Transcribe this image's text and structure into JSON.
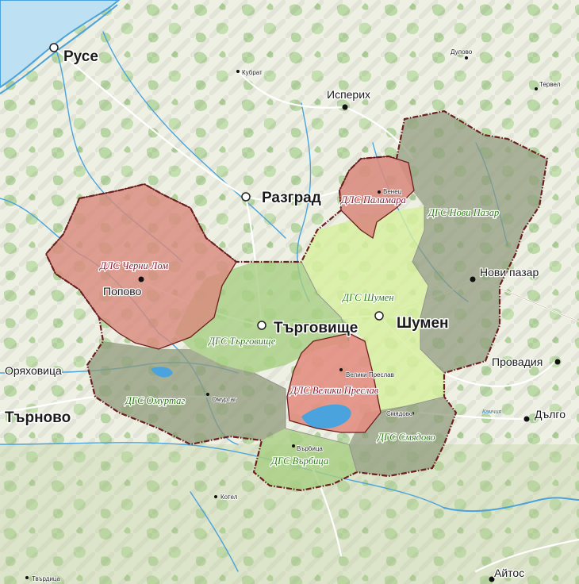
{
  "colors": {
    "terrain": "#eef0e4",
    "woodland": "#b9d7a6",
    "river": "#4aa3dc",
    "road": "#ffffff",
    "district_border": "#6b1f1f",
    "dls_fill": "#d98a7e",
    "dgs_light_fill": "#d7ef9f",
    "dgs_medium_fill": "#a7ce82",
    "dgs_dark_fill": "#8f9a7b",
    "label_dgs": "#2f7a16",
    "label_dls": "#8a1a33"
  },
  "cities_major": [
    {
      "id": "ruse",
      "name": "Русе"
    },
    {
      "id": "razgrad",
      "name": "Разград"
    },
    {
      "id": "targovishte",
      "name": "Търговище"
    },
    {
      "id": "shumen",
      "name": "Шумен"
    },
    {
      "id": "tarnovo",
      "name": "Търново"
    }
  ],
  "cities_medium": [
    {
      "id": "isperih",
      "name": "Исперих"
    },
    {
      "id": "popovo",
      "name": "Попово"
    },
    {
      "id": "novi-pazar",
      "name": "Нови пазар"
    },
    {
      "id": "provadia",
      "name": "Провадия"
    },
    {
      "id": "oryahovitsa",
      "name": "Оряховица"
    },
    {
      "id": "dalgopol",
      "name": "Дълго"
    },
    {
      "id": "aytos",
      "name": "Айтос"
    }
  ],
  "cities_small": [
    {
      "id": "kubrat",
      "name": "Кубрат"
    },
    {
      "id": "dulovo",
      "name": "Дулово"
    },
    {
      "id": "tervel",
      "name": "Тервел"
    },
    {
      "id": "venets",
      "name": "Венец"
    },
    {
      "id": "omurtag",
      "name": "Омуртаг"
    },
    {
      "id": "veliki-preslav",
      "name": "Велики Преслав"
    },
    {
      "id": "smyadovo",
      "name": "Смядово"
    },
    {
      "id": "varbitsa",
      "name": "Върбица"
    },
    {
      "id": "kotel",
      "name": "Котел"
    },
    {
      "id": "tvarditsa",
      "name": "Твърдица"
    }
  ],
  "forest_districts": [
    {
      "id": "dls-cherni-lom",
      "name": "ДЛС Черни Лом",
      "kind": "dls"
    },
    {
      "id": "dls-palamara",
      "name": "ДЛС Паламара",
      "kind": "dls"
    },
    {
      "id": "dls-veliki-preslav",
      "name": "ДЛС Велики Преслав",
      "kind": "dls"
    },
    {
      "id": "dgs-novi-pazar",
      "name": "ДГС Нови Пазар",
      "kind": "dgs"
    },
    {
      "id": "dgs-shumen",
      "name": "ДГС Шумен",
      "kind": "dgs"
    },
    {
      "id": "dgs-targovishte",
      "name": "ДГС Търговище",
      "kind": "dgs"
    },
    {
      "id": "dgs-omurtag",
      "name": "ДГС Омуртаг",
      "kind": "dgs"
    },
    {
      "id": "dgs-smyadovo",
      "name": "ДГС Смядово",
      "kind": "dgs"
    },
    {
      "id": "dgs-varbitsa",
      "name": "ДГС Върбица",
      "kind": "dgs"
    }
  ],
  "water": [
    {
      "id": "kamchia-lake",
      "name": "Камчия"
    }
  ]
}
